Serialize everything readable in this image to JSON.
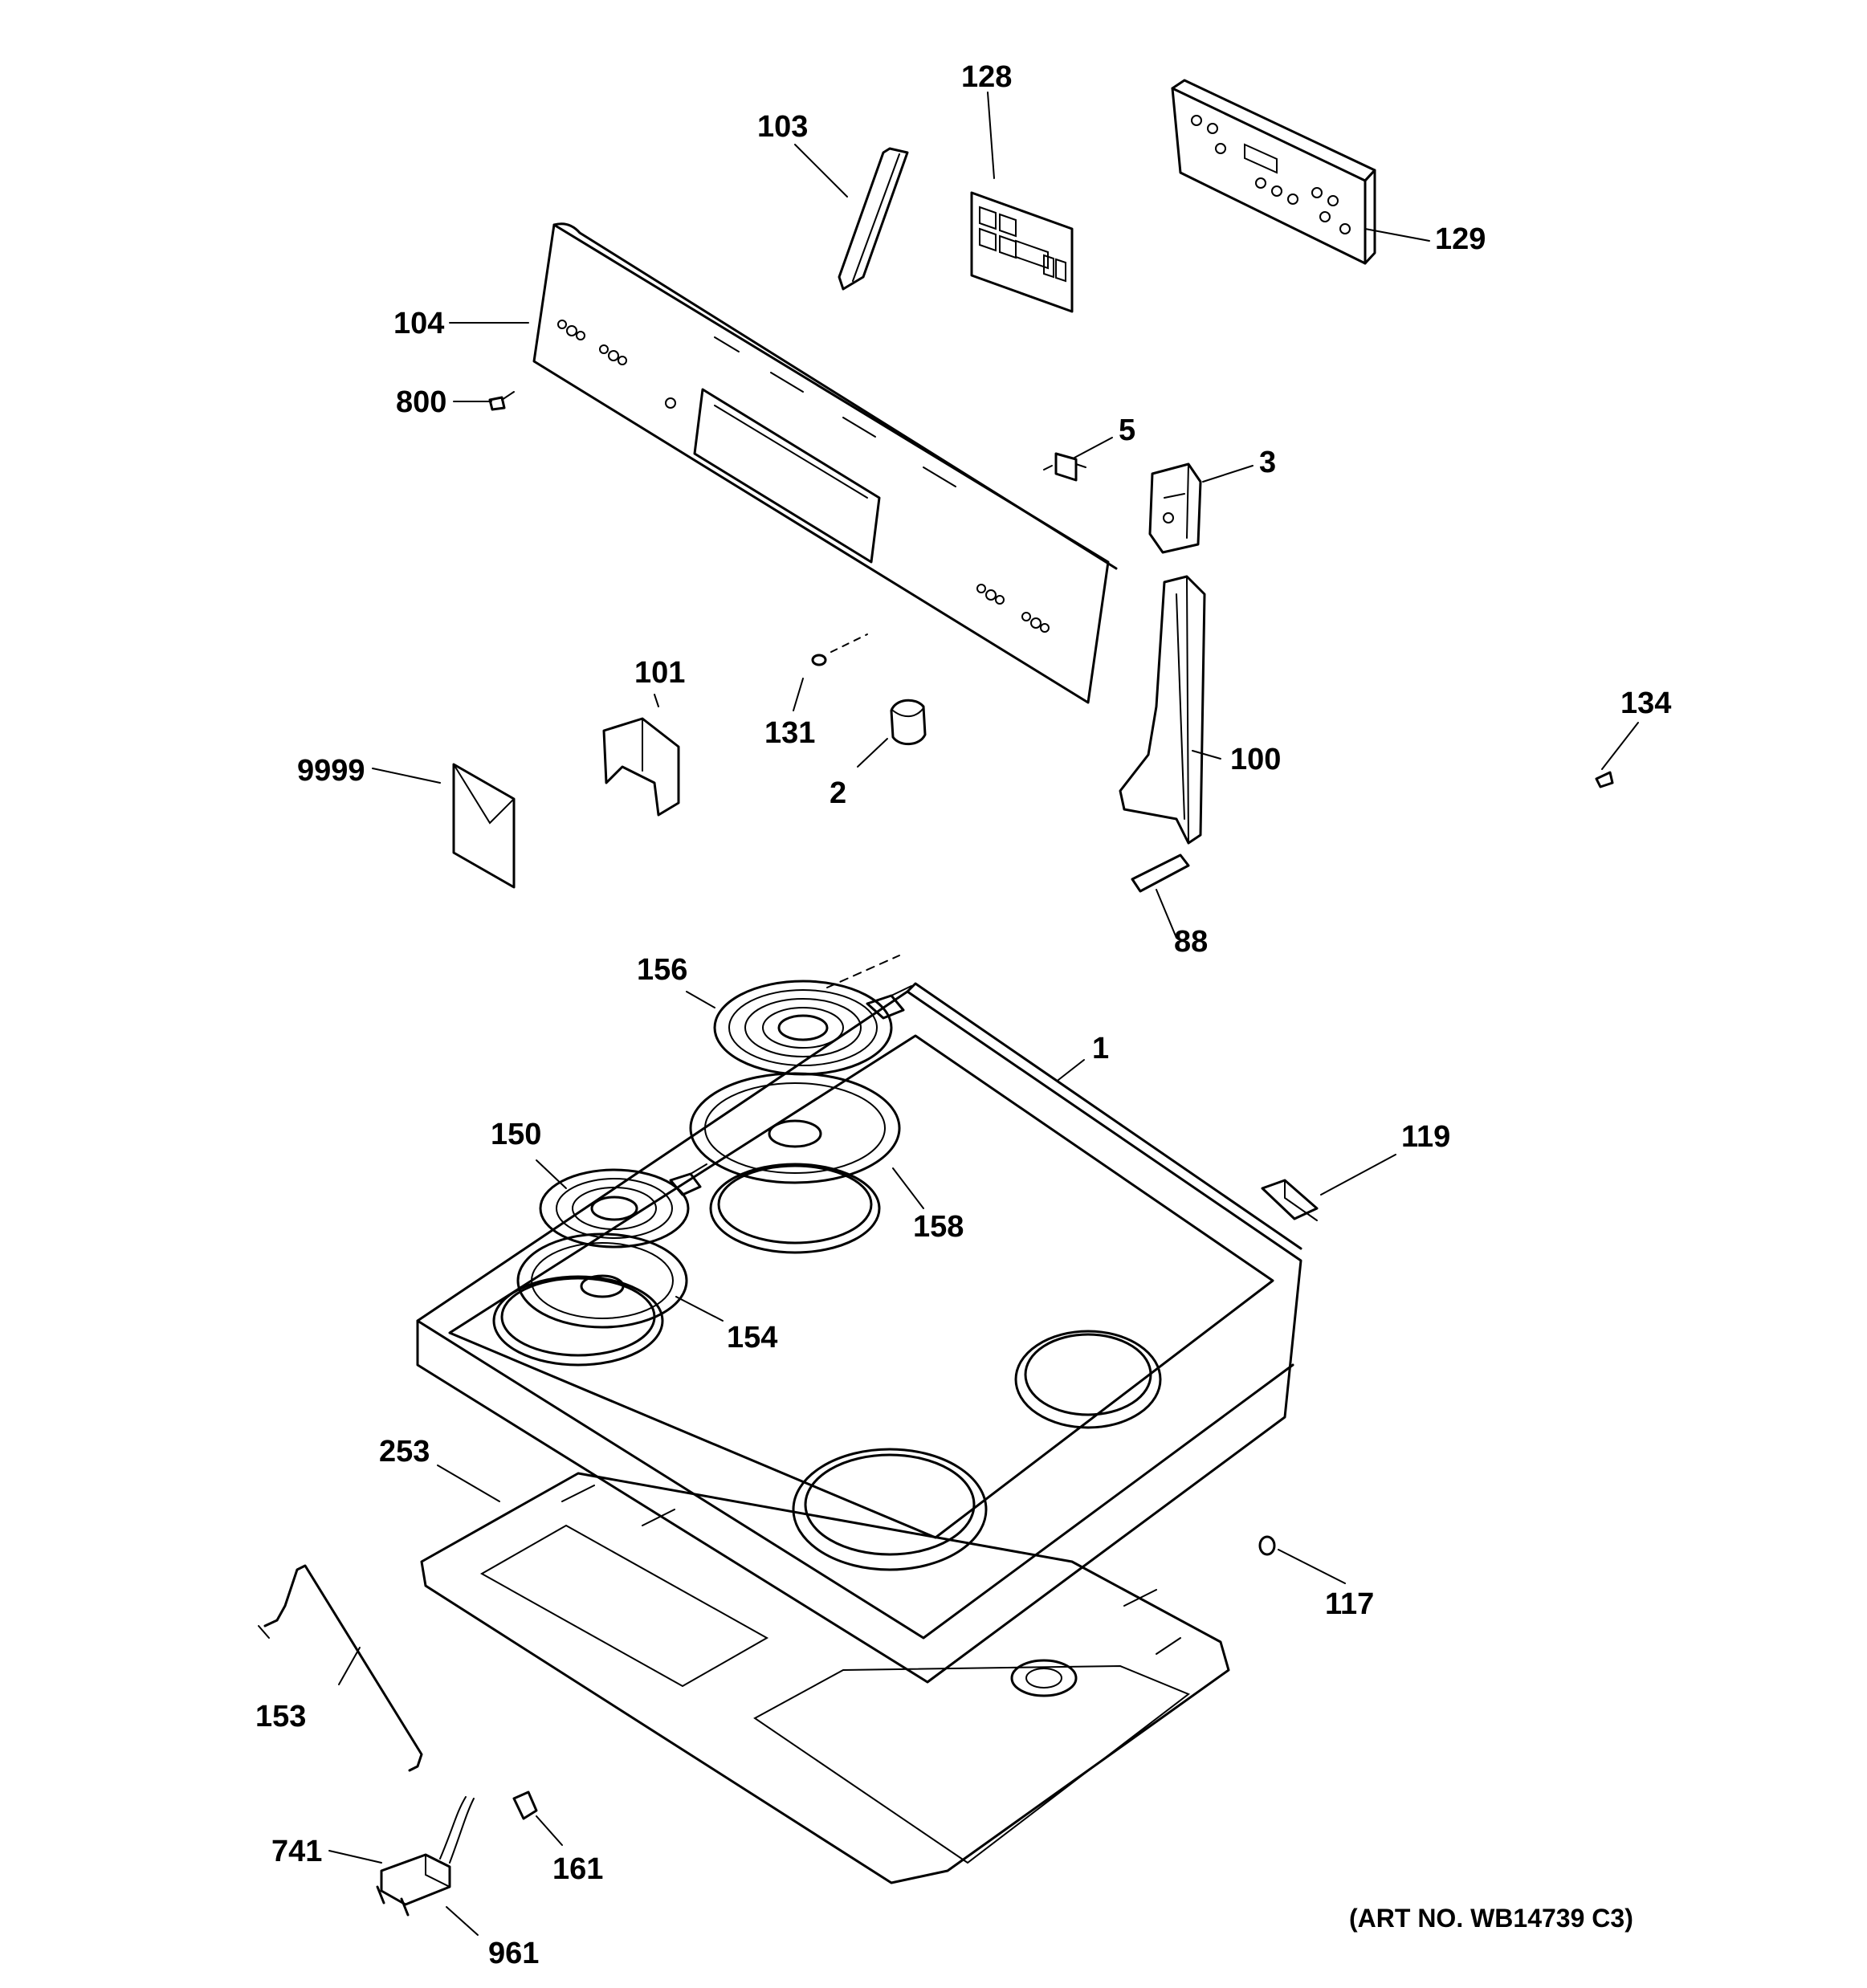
{
  "labels": {
    "p1": "1",
    "p2": "2",
    "p3": "3",
    "p5": "5",
    "p88": "88",
    "p100": "100",
    "p101": "101",
    "p103": "103",
    "p104": "104",
    "p117": "117",
    "p119": "119",
    "p128": "128",
    "p129": "129",
    "p131": "131",
    "p134": "134",
    "p150": "150",
    "p153": "153",
    "p154": "154",
    "p156": "156",
    "p158": "158",
    "p161": "161",
    "p253": "253",
    "p741": "741",
    "p800": "800",
    "p961": "961",
    "p9999": "9999"
  },
  "art_number": "(ART NO. WB14739 C3)"
}
